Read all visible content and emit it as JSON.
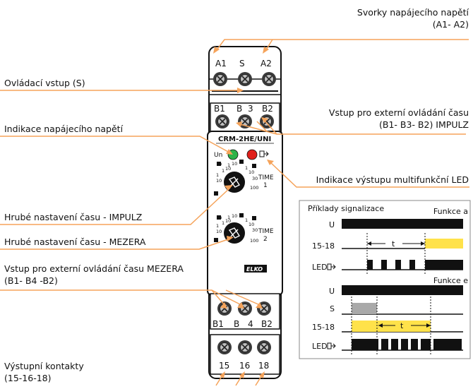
{
  "labels": {
    "supply_terminals": [
      "Svorky napájecího napětí",
      "(A1- A2)"
    ],
    "control_input": "Ovládací vstup (S)",
    "ext_control_impulz": [
      "Vstup pro externí ovládání času",
      "(B1- B3- B2) IMPULZ"
    ],
    "supply_indication": "Indikace napájecího napětí",
    "led_indication": "Indikace výstupu multifunkční LED",
    "coarse_impulz": "Hrubé nastavení času - IMPULZ",
    "coarse_mezera": "Hrubé nastavení času - MEZERA",
    "ext_control_mezera": [
      "Vstup pro externí ovládání času MEZERA",
      "(B1- B4 -B2)"
    ],
    "output_contacts": [
      "Výstupní kontakty",
      "(15-16-18)"
    ]
  },
  "device": {
    "top_terminals": [
      "A1",
      "S",
      "A2"
    ],
    "mid_terminals": [
      "B1",
      "B",
      "3",
      "B2"
    ],
    "bottom_upper_terminals": [
      "B1",
      "B",
      "4",
      "B2"
    ],
    "bottom_terminals": [
      "15",
      "16",
      "18"
    ],
    "model": "CRM-2HE/UNI",
    "un_label": "Un",
    "dial1_top": [
      "m",
      "h"
    ],
    "dial1_scale": [
      "1",
      "10",
      "1",
      "10",
      "1",
      "10",
      "30",
      "100",
      "10",
      "1"
    ],
    "dial1_letters": [
      "s",
      "d"
    ],
    "dial2_top": [
      "m",
      "h"
    ],
    "dial2_scale": [
      "1",
      "10",
      "1",
      "10",
      "1",
      "10",
      "30",
      "100",
      "10",
      "1"
    ],
    "dial2_letters": [
      "s",
      "d"
    ],
    "time1": [
      "TIME",
      "1"
    ],
    "time2": [
      "TIME",
      "2"
    ],
    "brand": "ELKO"
  },
  "legend": {
    "title": "Příklady signalizace",
    "funkce_a": "Funkce a",
    "funkce_e": "Funkce e",
    "row_u": "U",
    "row_1518": "15-18",
    "row_led": "LED",
    "row_s": "S",
    "t_label": "t"
  },
  "colors": {
    "orange": "#f5a35a",
    "yellow": "#ffe24a",
    "gray": "#a9a9a9",
    "green": "#2db34a",
    "red": "#e0201b",
    "black": "#111111"
  }
}
